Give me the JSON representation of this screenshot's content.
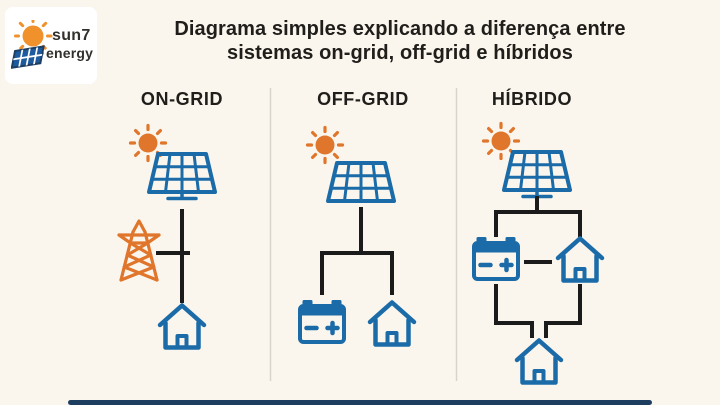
{
  "logo": {
    "brand_top": "sun7",
    "brand_bottom": "energy",
    "icons": [
      "logo-sun-icon",
      "logo-solar-panel-icon"
    ]
  },
  "title": {
    "line1": "Diagrama simples explicando a diferença entre",
    "line2": "sistemas on-grid, off-grid e híbridos"
  },
  "columns": [
    {
      "id": "on-grid",
      "label": "ON-GRID",
      "icons": [
        "sun-icon",
        "solar-panel-icon",
        "power-tower-icon",
        "house-icon"
      ],
      "connections": [
        "solar-panel to house",
        "power-tower to main line"
      ]
    },
    {
      "id": "off-grid",
      "label": "OFF-GRID",
      "icons": [
        "sun-icon",
        "solar-panel-icon",
        "battery-icon",
        "house-icon"
      ],
      "connections": [
        "solar-panel splits to battery and house"
      ]
    },
    {
      "id": "hibrido",
      "label": "HÍBRIDO",
      "icons": [
        "sun-icon",
        "solar-panel-icon",
        "battery-icon",
        "house-icon",
        "house-icon"
      ],
      "connections": [
        "solar-panel splits to battery and house",
        "battery to house",
        "battery and house join to second house"
      ]
    }
  ],
  "colors": {
    "background": "#fbf6ed",
    "card": "#ffffff",
    "text": "#201e1b",
    "divider": "#d8d4cb",
    "line": "#1b1b1b",
    "icon_blue": "#1b6ba8",
    "icon_orange": "#e0752c",
    "logo_navy": "#1d3e63",
    "logo_blue": "#1e5b9e",
    "logo_orange": "#f0912b",
    "footer_bar": "#1d3e5f"
  }
}
